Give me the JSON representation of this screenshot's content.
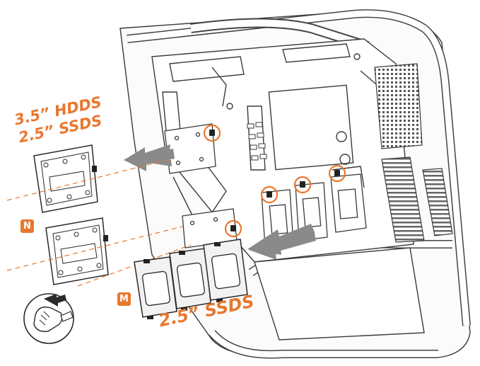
{
  "labels": {
    "hdd_ssd_line1": "3.5” HDDS",
    "hdd_ssd_line2": "2.5” SSDS",
    "ssd_bottom": "2.5” SSDS"
  },
  "badges": {
    "tray_badge": "N",
    "ssd_bracket_badge": "M"
  },
  "colors": {
    "accent": "#e8772e",
    "arrow": "#8a8a8a",
    "line": "#3a3a3a"
  }
}
